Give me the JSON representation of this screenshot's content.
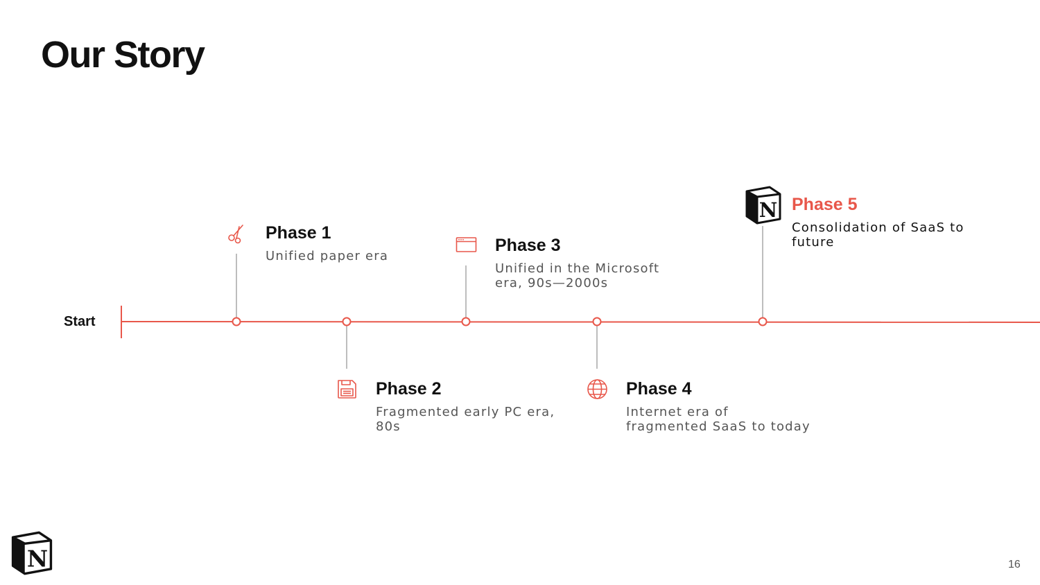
{
  "slide": {
    "title": "Our Story",
    "page_number": "16"
  },
  "timeline": {
    "start_label": "Start",
    "line_color": "#e8574a",
    "connector_color": "#bdbdbd",
    "phases": [
      {
        "title": "Phase 1",
        "description": "Unified paper era",
        "icon": "scissors-icon"
      },
      {
        "title": "Phase 2",
        "description": "Fragmented early PC era, 80s",
        "icon": "floppy-disk-icon"
      },
      {
        "title": "Phase 3",
        "description": "Unified in the Microsoft era, 90s—2000s",
        "icon": "browser-window-icon"
      },
      {
        "title": "Phase 4",
        "description": "Internet era of fragmented SaaS to today",
        "icon": "globe-icon"
      },
      {
        "title": "Phase 5",
        "description": "Consolidation of SaaS to future",
        "icon": "notion-logo-icon",
        "accent_color": "#e8574a"
      }
    ]
  }
}
